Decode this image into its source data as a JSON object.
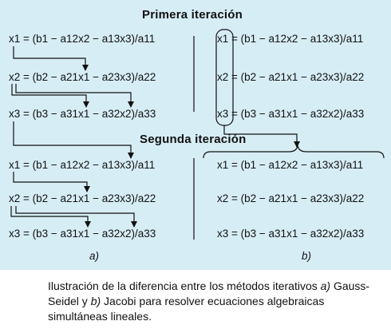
{
  "figure": {
    "title_first": "Primera iteración",
    "title_second": "Segunda iteración",
    "gauss_seidel": {
      "iter1": [
        "x1 = (b1 − a12x2 − a13x3)/a11",
        "x2 = (b2 − a21x1 − a23x3)/a22",
        "x3 = (b3 − a31x1 − a32x2)/a33"
      ],
      "iter2": [
        "x1 = (b1 − a12x2 − a13x3)/a11",
        "x2 = (b2 − a21x1 − a23x3)/a22",
        "x3 = (b3 − a31x1 − a32x2)/a33"
      ],
      "label": "a)"
    },
    "jacobi": {
      "iter1": [
        "x1 = (b1 − a12x2 − a13x3)/a11",
        "x2 = (b2 − a21x1 − a23x3)/a22",
        "x3 = (b3 − a31x1 − a32x2)/a33"
      ],
      "iter2": [
        "x1 = (b1 − a12x2 − a13x3)/a11",
        "x2 = (b2 − a21x1 − a23x3)/a22",
        "x3 = (b3 − a31x1 − a32x2)/a33"
      ],
      "label": "b)"
    }
  },
  "caption": {
    "text_1": "Ilustración de la diferencia entre los métodos iterativos ",
    "method_a_label": "a)",
    "text_2": " Gauss-Seidel y ",
    "method_b_label": "b)",
    "text_3": " Jacobi para resolver ecuaciones algebraicas simultáneas lineales."
  }
}
